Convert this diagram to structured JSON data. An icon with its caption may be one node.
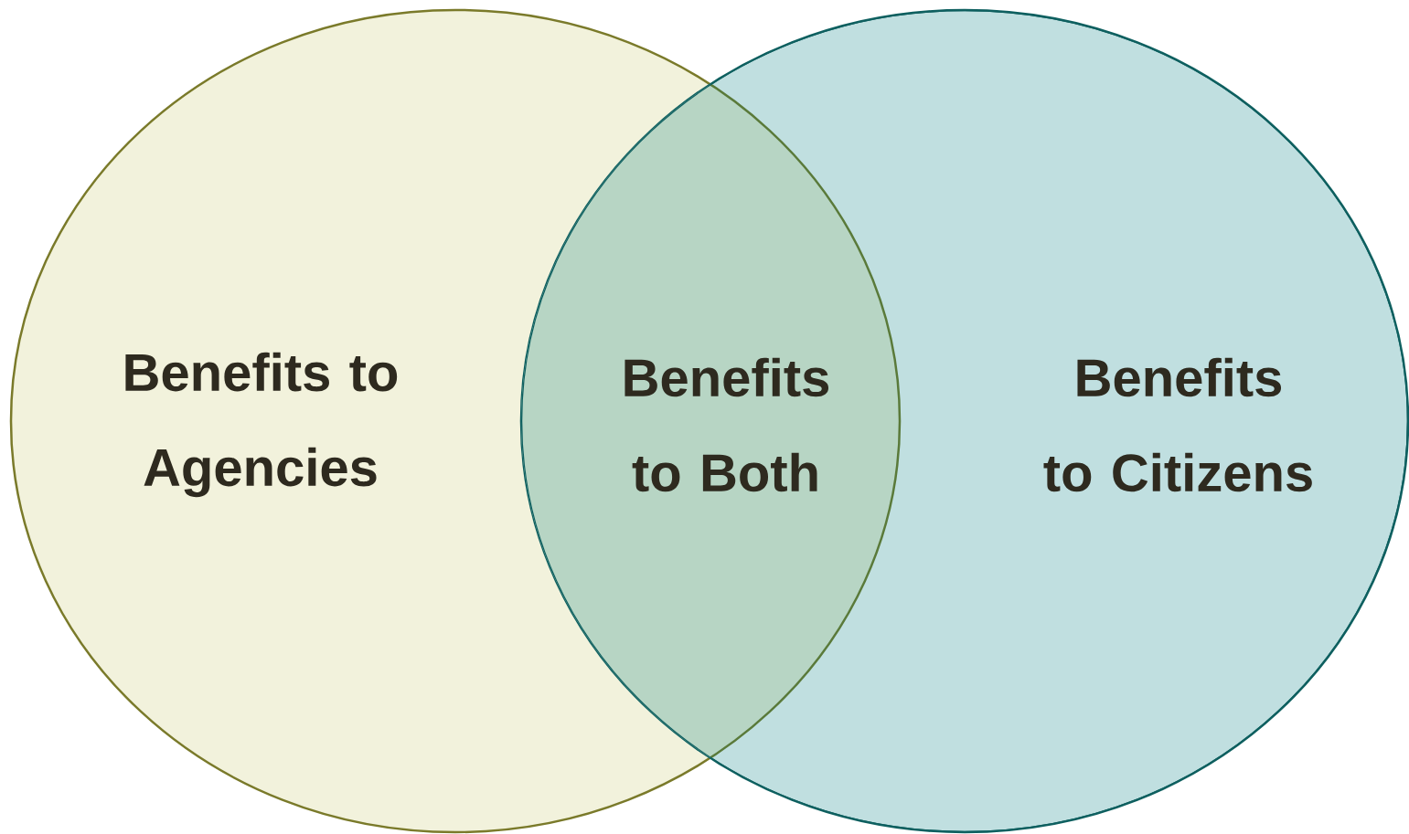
{
  "diagram": {
    "nodes": [
      {
        "text": [
          "Benefits to Agencies"
        ]
      },
      {
        "text": [
          "Benefits to Citizens"
        ]
      }
    ],
    "labels": [
      "Benefits to Both"
    ]
  }
}
